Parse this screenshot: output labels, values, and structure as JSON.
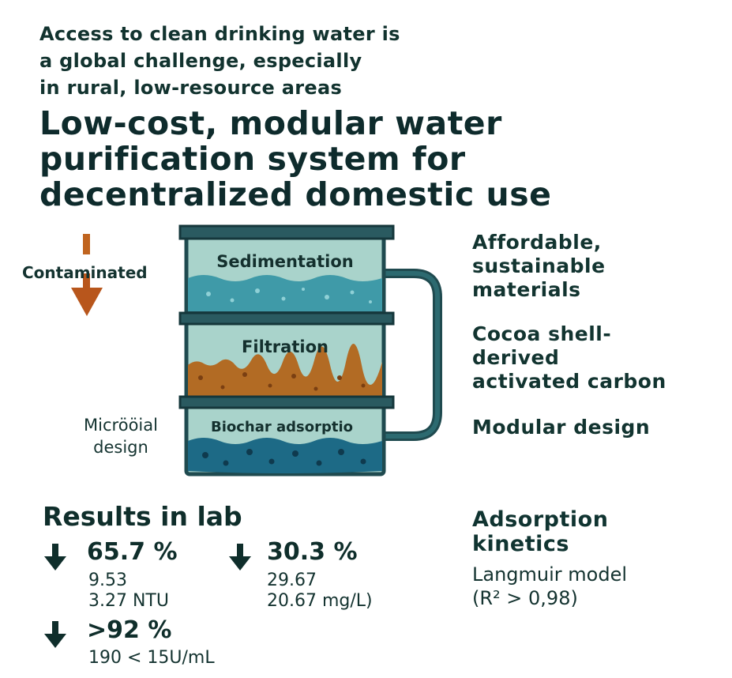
{
  "intro": {
    "line1": "Access to clean drinking water is",
    "line2": "a global challenge, especially",
    "line3": "in rural, low-resource areas"
  },
  "title": {
    "line1": "Low-cost, modular water",
    "line2": "purification system for",
    "line3": "decentralized domestic use"
  },
  "diagram": {
    "contaminated_label": "Contaminated",
    "microbial_label_line1": "Micrööial",
    "microbial_label_line2": "design",
    "stages": {
      "stage1": "Sedimentation",
      "stage2": "Filtration",
      "stage3": "Biochar adsorptio"
    },
    "colors": {
      "frame": "#1f4a4f",
      "water_light": "#a9d3cb",
      "water_mid": "#3f9aa8",
      "water_dark": "#1d6a86",
      "soil": "#b26b24",
      "arrow": "#b8561c"
    }
  },
  "features": {
    "f1_line1": "Affordable,",
    "f1_line2": "sustainable",
    "f1_line3": "materials",
    "f2_line1": "Cocoa shell-",
    "f2_line2": "derived",
    "f2_line3": "activated carbon",
    "f3": "Modular design"
  },
  "results": {
    "title": "Results in lab",
    "r1": {
      "pct": "65.7 %",
      "line1": "9.53",
      "line2": "3.27 NTU"
    },
    "r2": {
      "pct": "30.3 %",
      "line1": "29.67",
      "line2": "20.67 mg/L)"
    },
    "r3": {
      "pct": ">92 %",
      "line1": "190 < 15U/mL"
    }
  },
  "adsorption": {
    "title_line1": "Adsorption",
    "title_line2": "kinetics",
    "sub_line1": "Langmuir model",
    "sub_line2": "(R² > 0,98)"
  }
}
